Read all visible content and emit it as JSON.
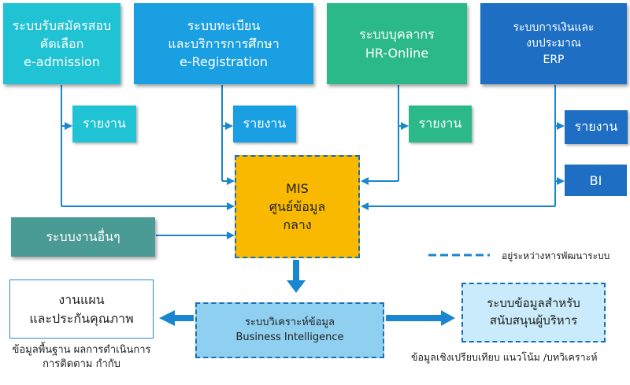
{
  "systems": [
    {
      "line1": "ระบบรับสมัครสอบ",
      "line2": "คัดเลือก",
      "line3": "e-admission",
      "color": "#1fc3d3"
    },
    {
      "line1": "ระบบทะเบียน",
      "line2": "และบริการการศึกษา",
      "line3": "e-Registration",
      "color": "#1aa0e2"
    },
    {
      "line1": "ระบบบุคลากร",
      "line2": "HR-Online",
      "color": "#2bb98a"
    },
    {
      "line1": "ระบบการเงินและ",
      "line2": "งบประมาณ",
      "line3": "ERP",
      "color": "#1e6fc4"
    }
  ],
  "reports": [
    "รายงาน",
    "รายงาน",
    "รายงาน",
    "รายงาน"
  ],
  "bi_small": "BI",
  "mis": {
    "line1": "MIS",
    "line2": "ศูนย์ข้อมูล",
    "line3": "กลาง",
    "color": "#f8b900"
  },
  "other_systems": "ระบบงานอื่นๆ",
  "legend": "อยู่ระหว่างหารพัฒนาระบบ",
  "bi": {
    "line1": "ระบบวิเคราะห์ข้อมูล",
    "line2": "Business Intelligence"
  },
  "planning": {
    "line1": "งานแผน",
    "line2": "และประกันคุณภาพ"
  },
  "planning_caption": {
    "line1": "ข้อมูลพื้นฐาน ผลการดำเนินการ",
    "line2": "การติดตาม กำกับ"
  },
  "executive": {
    "line1": "ระบบข้อมูลสำหรับ",
    "line2": "สนับสนุนผู้บริหาร"
  },
  "executive_caption": "ข้อมูลเชิงเปรียบเทียบ แนวโน้ม /บทวิเคราะห์",
  "colors": {
    "arrow": "#1a86cf",
    "other": "#4a9a95",
    "report_cyan": "#1fc3d3",
    "report_blue": "#1aa0e2",
    "report_green": "#2bb98a",
    "report_dark": "#1e6fc4",
    "bi_fill": "#8fd0f0",
    "exec_fill": "#c9ebfb"
  }
}
